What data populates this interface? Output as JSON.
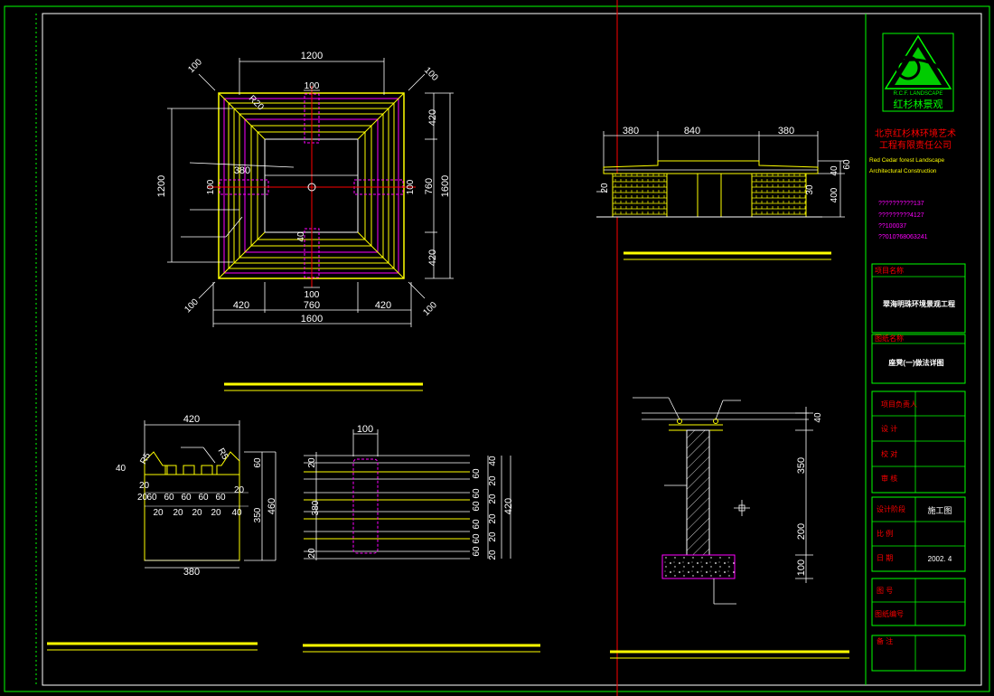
{
  "plan_view": {
    "top_overall": "1200",
    "top_inner": "100",
    "corner_chamfer": "100",
    "right_top": "420",
    "right_mid": "760",
    "right_overall": "1600",
    "right_bottom": "420",
    "left_overall": "1200",
    "inner_width": "380",
    "inner_left_post": "100",
    "inner_right_post": "100",
    "inner_bottom": "40",
    "bottom_inner": "100",
    "bottom_left": "420",
    "bottom_mid": "760",
    "bottom_right": "420",
    "bottom_overall": "1600",
    "diag_label": "R20"
  },
  "elevation_view": {
    "left": "380",
    "mid": "840",
    "right": "380",
    "h60": "60",
    "h40": "40",
    "h400": "400",
    "h30": "30",
    "left_small": "20"
  },
  "slat_section": {
    "top": "420",
    "chamfer_left": "R5",
    "chamfer_right": "R5",
    "left_40": "40",
    "left_20": "20",
    "gaps": [
      "60",
      "60",
      "60",
      "60",
      "60"
    ],
    "gap_edges": [
      "20",
      "20"
    ],
    "slats": [
      "20",
      "20",
      "20",
      "20"
    ],
    "slat_edge": "40",
    "right_60": "60",
    "right_350": "350",
    "right_460": "460",
    "bottom": "380"
  },
  "slat_plan": {
    "top": "100",
    "left_top": "20",
    "left_mid": "380",
    "left_bottom": "20",
    "right_col1": [
      "60",
      "60",
      "60",
      "60",
      "60",
      "60"
    ],
    "right_col2": [
      "40",
      "20",
      "20",
      "20",
      "20",
      "20"
    ],
    "right_overall": "420"
  },
  "detail_section": {
    "d40": "40",
    "d350": "350",
    "d200": "200",
    "d100": "100"
  },
  "title_block": {
    "logo_caption": "R.C.F. LANDSCAPE",
    "logo_name": "红杉林景观",
    "company_cn_1": "北京红杉林环境艺术",
    "company_cn_2": "工程有限责任公司",
    "company_en_1": "Red Cedar forest Landscape",
    "company_en_2": "Architectural Construction",
    "info_lines": [
      "??????????137",
      "?????????4127",
      "??100037",
      "??010?68063241"
    ],
    "project_label": "项目名称",
    "project_name": "翠海明珠环境景观工程",
    "drawing_label": "图纸名称",
    "drawing_name": "座凳(一)做法详图",
    "sign_rows": [
      "项目负责人",
      "设   计",
      "校   对",
      "审   核"
    ],
    "stage_label": "设计阶段",
    "stage_value": "施工图",
    "scale_label": "比   例",
    "date_label": "日   期",
    "date_value": "2002. 4",
    "number_label": "图   号",
    "sheet_label": "图纸编号",
    "remarks_label": "备   注"
  }
}
